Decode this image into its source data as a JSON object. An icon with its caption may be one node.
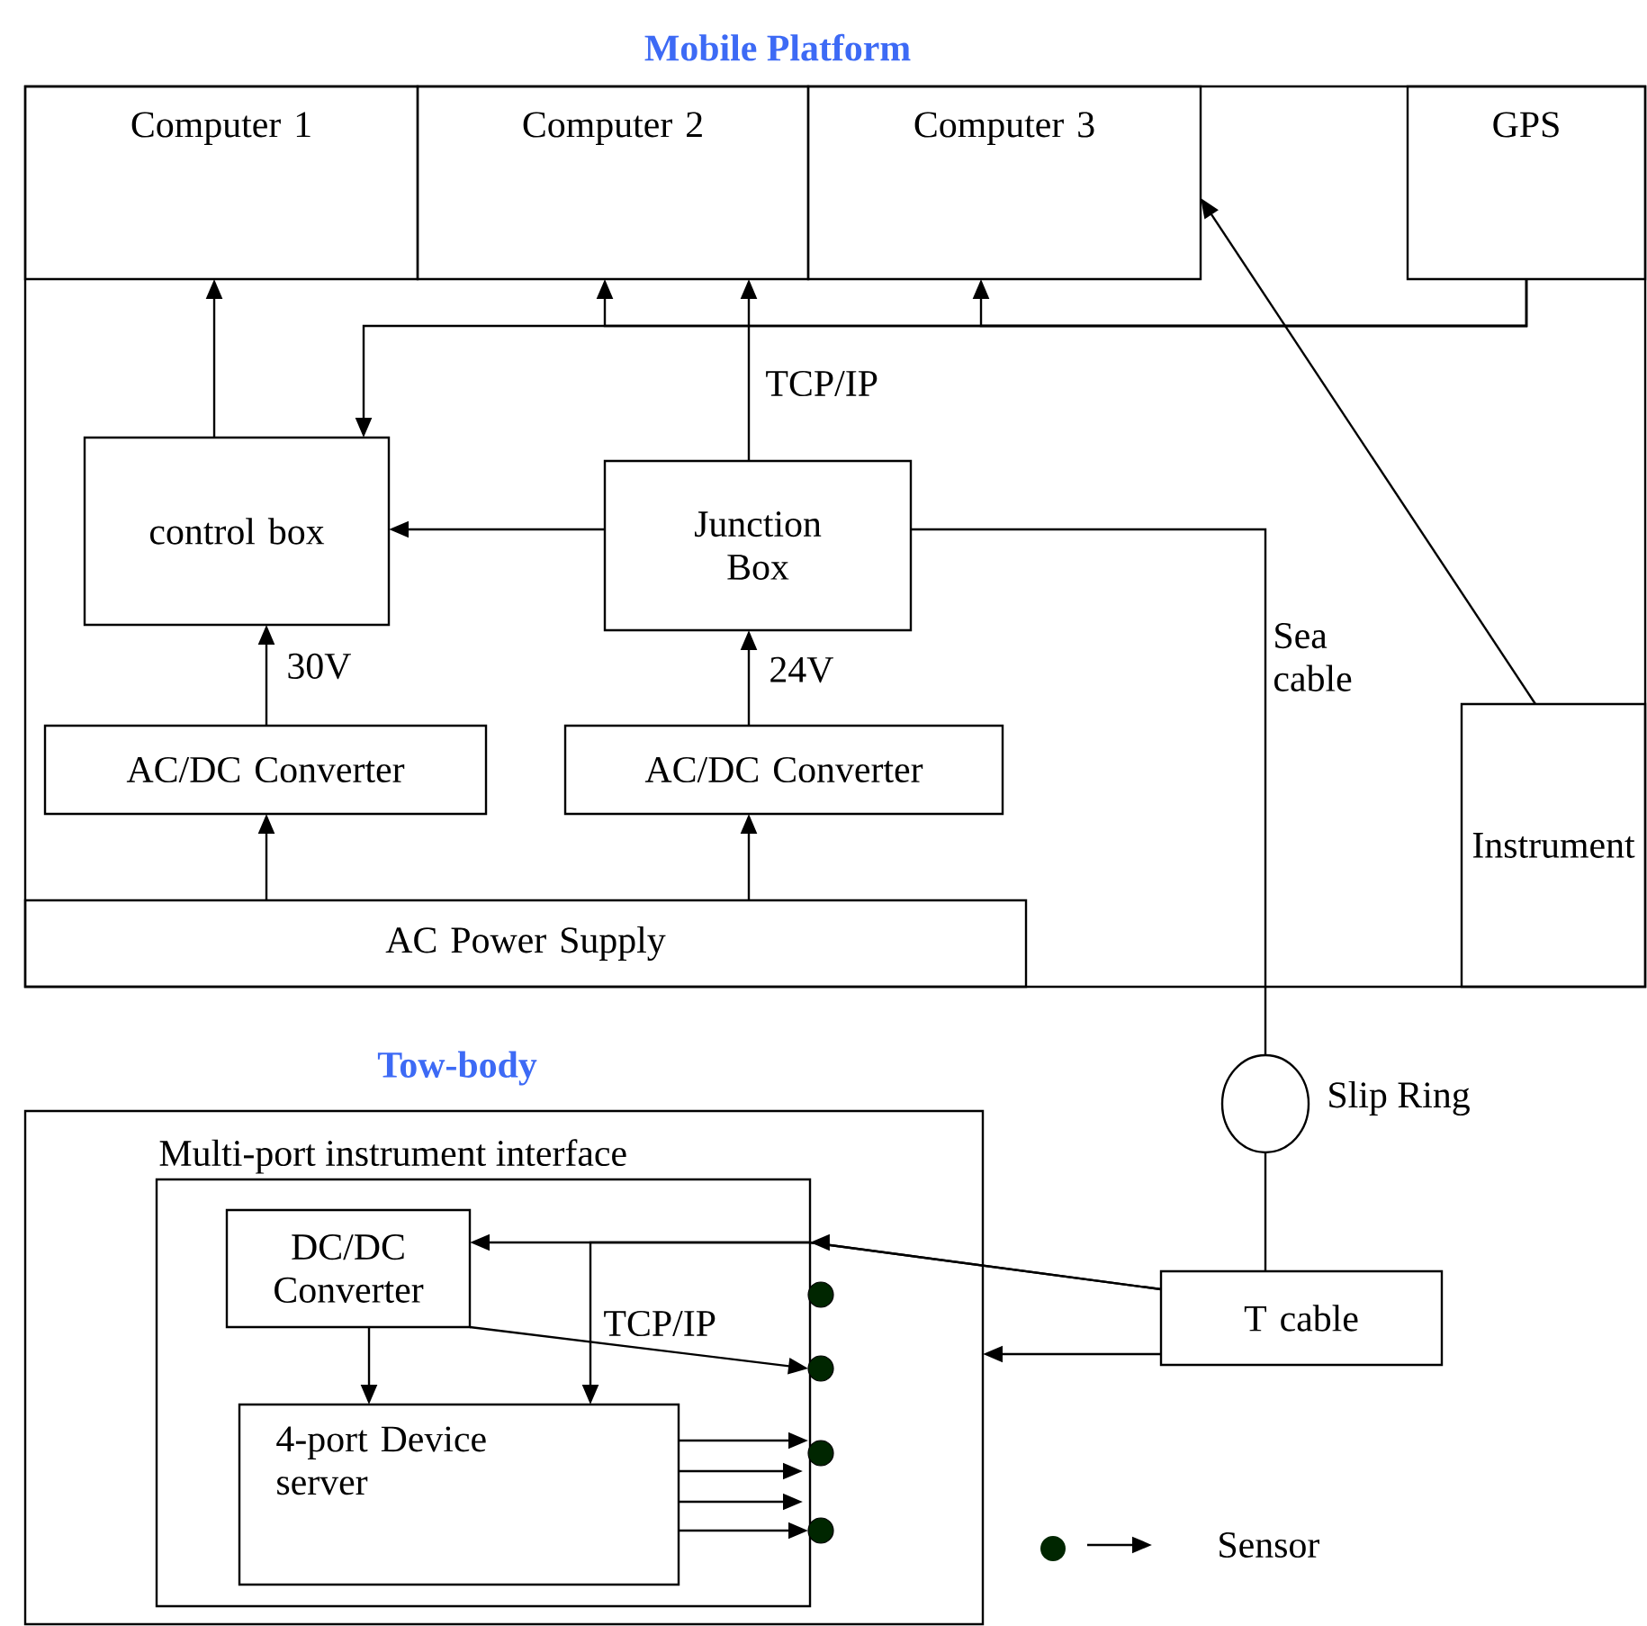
{
  "diagram": {
    "nodes": [
      {
        "text": [
          "Mobile Platform"
        ]
      },
      {
        "text": [
          "Computer 1"
        ],
        "in": 0
      },
      {
        "text": [
          "Computer 2"
        ],
        "in": 0
      },
      {
        "text": [
          "Computer 3"
        ],
        "in": 0
      },
      {
        "text": [
          "GPS"
        ],
        "in": 0
      },
      {
        "text": [
          "control box"
        ],
        "in": 0
      },
      {
        "text": [
          "Junction Box"
        ],
        "in": 0
      },
      {
        "text": [
          "AC/DC Converter"
        ],
        "in": 0
      },
      {
        "text": [
          "AC/DC Converter"
        ],
        "in": 0
      },
      {
        "text": [
          "AC Power Supply"
        ],
        "in": 0
      },
      {
        "text": [
          "Instrument"
        ],
        "in": 0
      },
      {
        "text": [
          "Tow-body"
        ]
      },
      {
        "text": [
          "Multi-port instrument interface"
        ],
        "in": 11
      },
      {
        "text": [
          "DC/DC Converter"
        ],
        "in": 12
      },
      {
        "text": [
          "4-port Device server"
        ],
        "in": 12
      },
      {
        "text": [],
        "shape": "circle",
        "beside": [
          "Slip Ring"
        ]
      },
      {
        "text": [
          "T cable"
        ]
      },
      {
        "text": [],
        "shape": "circle",
        "in": 11
      },
      {
        "text": [],
        "shape": "circle",
        "in": 11
      },
      {
        "text": [],
        "shape": "circle",
        "in": 11
      },
      {
        "text": [],
        "shape": "circle",
        "in": 11
      }
    ],
    "edges": [
      {
        "from": 5,
        "to": 1,
        "arrow": "to"
      },
      {
        "from": 4,
        "to": 5,
        "arrow": "to"
      },
      {
        "from": 4,
        "to": 2,
        "arrow": "to"
      },
      {
        "from": 4,
        "to": 3,
        "arrow": "to"
      },
      {
        "from": 6,
        "to": 2,
        "arrow": "to",
        "label": "TCP/IP"
      },
      {
        "from": 6,
        "to": 5,
        "arrow": "to"
      },
      {
        "from": 7,
        "to": 5,
        "arrow": "to",
        "label": "30V"
      },
      {
        "from": 8,
        "to": 6,
        "arrow": "to",
        "label": "24V"
      },
      {
        "from": 9,
        "to": 7,
        "arrow": "to"
      },
      {
        "from": 9,
        "to": 8,
        "arrow": "to"
      },
      {
        "from": 10,
        "to": 3,
        "arrow": "to"
      },
      {
        "from": 6,
        "to": 15,
        "arrow": "none",
        "label": "Sea cable"
      },
      {
        "from": 15,
        "to": 16,
        "arrow": "none"
      },
      {
        "from": 16,
        "to": 13,
        "arrow": "to"
      },
      {
        "from": 16,
        "to": 14,
        "arrow": "to",
        "label": "TCP/IP"
      },
      {
        "from": 16,
        "to": 11,
        "arrow": "to"
      },
      {
        "from": 13,
        "to": 14,
        "arrow": "to"
      },
      {
        "from": 13,
        "to": 18,
        "arrow": "to"
      },
      {
        "from": 14,
        "to": 19,
        "arrow": "to"
      },
      {
        "from": 14,
        "to": null,
        "arrow": "to"
      },
      {
        "from": 14,
        "to": null,
        "arrow": "to"
      },
      {
        "from": 14,
        "to": 20,
        "arrow": "to"
      }
    ],
    "legend": [
      {
        "text": "Sensor"
      }
    ]
  }
}
